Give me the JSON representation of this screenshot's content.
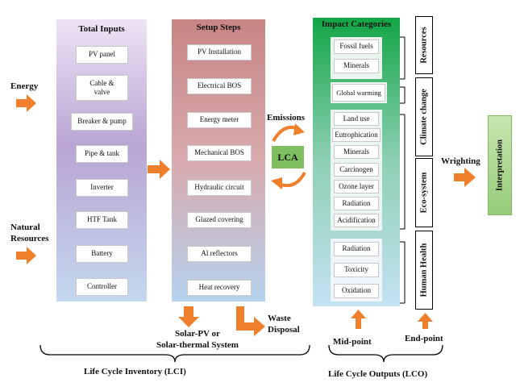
{
  "inputs_label_energy": "Energy",
  "inputs_label_natural": [
    "Natural",
    "Resources"
  ],
  "total_inputs": {
    "title": "Total Inputs",
    "items": [
      "PV panel",
      "Cable &\nvalve",
      "Breaker & pump",
      "Pipe & tank",
      "Inverter",
      "HTF Tank",
      "Battery",
      "Controller"
    ]
  },
  "setup_steps": {
    "title": "Setup Steps",
    "items": [
      "PV Installation",
      "Electrical BOS",
      "Energy meter",
      "Mechanical BOS",
      "Hydraulic circuit",
      "Glazed covering",
      "Al reflectors",
      "Heat recovery"
    ]
  },
  "emissions_label": "Emissions",
  "lca_label": "LCA",
  "impact_categories": {
    "title": "Impact Categories",
    "group1": [
      "Fossil fuels",
      "Minerals"
    ],
    "group2": [
      "Global warming"
    ],
    "group3": [
      "Land use",
      "Eutrophication",
      "Minerals",
      "Carcinogen",
      "Ozone layer",
      "Radiation",
      "Acidification"
    ],
    "group4": [
      "Radiation",
      "Toxicity",
      "Oxidation"
    ]
  },
  "endpoint_categories": [
    "Resources",
    "Climate change",
    "Eco-system",
    "Human Health"
  ],
  "weighting_label": "Wrighting",
  "interpretation_label": "Interpretation",
  "system_label": [
    "Solar-PV or",
    "Solar-thermal System"
  ],
  "waste_label": [
    "Waste",
    "Disposal"
  ],
  "midpoint_label": "Mid-point",
  "endpoint_label": "End-point",
  "lci_label": "Life Cycle Inventory (LCI)",
  "lco_label": "Life Cycle Outputs (LCO)",
  "colors": {
    "arrow": "#ef7f2a",
    "inputs_top": "#e6d9f0",
    "inputs_mid": "#b7a3d2",
    "inputs_bottom": "#c2d5ee",
    "setup_top": "#c98686",
    "setup_mid": "#d7a6a8",
    "setup_bottom": "#b7d1ec",
    "impact_top": "#17a84a",
    "impact_bottom": "#bfe0f0",
    "lca_fill": "#7fbf5f",
    "interp_fill": "#a8d58c"
  }
}
